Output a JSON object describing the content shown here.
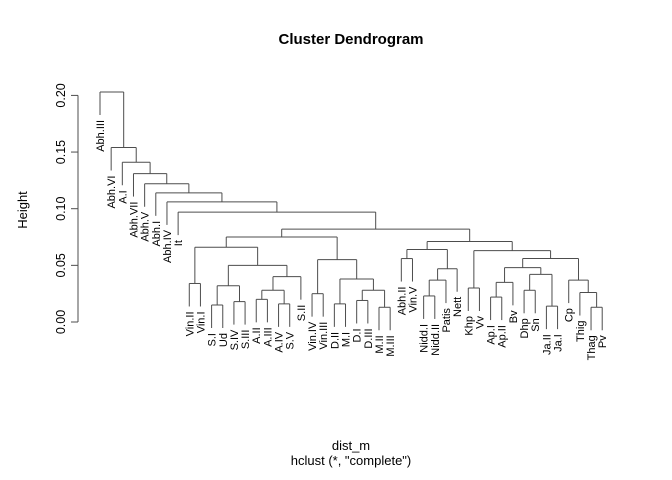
{
  "title": "Cluster Dendrogram",
  "y_axis": {
    "label": "Height",
    "ticks": [
      "0.00",
      "0.05",
      "0.10",
      "0.15",
      "0.20"
    ]
  },
  "captions": {
    "line1": "dist_m",
    "line2": "hclust (*, \"complete\")"
  },
  "colors": {
    "line": "#4d4d4d",
    "text": "#000000",
    "background": "#ffffff"
  },
  "chart_data": {
    "type": "dendrogram",
    "title": "Cluster Dendrogram",
    "ylabel": "Height",
    "xlabel": "dist_m",
    "method_note": "hclust (*, \"complete\")",
    "ylim": [
      0,
      0.21
    ],
    "grid": false,
    "leaf_order": [
      "Abh.III",
      "Abh.VI",
      "A.I",
      "Abh.VII",
      "Abh.V",
      "Abh.I",
      "Abh.IV",
      "It",
      "Vin.II",
      "Vin.I",
      "S.I",
      "Ud",
      "S.IV",
      "S.III",
      "A.II",
      "A.III",
      "A.IV",
      "S.V",
      "S.II",
      "Vin.IV",
      "Vin.III",
      "D.II",
      "M.I",
      "D.I",
      "D.III",
      "M.II",
      "M.III",
      "Abh.II",
      "Vin.V",
      "Nidd.I",
      "Nidd.II",
      "Patis",
      "Nett",
      "Khp",
      "Vv",
      "Ap.I",
      "Ap.II",
      "Bv",
      "Dhp",
      "Sn",
      "Ja.II",
      "Ja.I",
      "Cp",
      "Thig",
      "Thag",
      "Pv"
    ],
    "tree": [
      0.203,
      "Abh.III",
      [
        0.154,
        "Abh.VI",
        [
          0.141,
          "A.I",
          [
            0.131,
            "Abh.VII",
            [
              0.122,
              "Abh.V",
              [
                0.114,
                "Abh.I",
                [
                  0.106,
                  "Abh.IV",
                  [
                    0.097,
                    "It",
                    [
                      0.082,
                      [
                        0.075,
                        [
                          0.066,
                          [
                            0.034,
                            "Vin.II",
                            "Vin.I"
                          ],
                          [
                            0.05,
                            [
                              0.032,
                              [
                                0.015,
                                "S.I",
                                "Ud"
                              ],
                              [
                                0.018,
                                "S.IV",
                                "S.III"
                              ]
                            ],
                            [
                              0.04,
                              [
                                0.028,
                                [
                                  0.02,
                                  "A.II",
                                  "A.III"
                                ],
                                [
                                  0.016,
                                  "A.IV",
                                  "S.V"
                                ]
                              ],
                              "S.II"
                            ]
                          ]
                        ],
                        [
                          0.055,
                          [
                            0.025,
                            "Vin.IV",
                            "Vin.III"
                          ],
                          [
                            0.038,
                            [
                              0.016,
                              "D.II",
                              "M.I"
                            ],
                            [
                              0.028,
                              [
                                0.019,
                                "D.I",
                                "D.III"
                              ],
                              [
                                0.013,
                                "M.II",
                                "M.III"
                              ]
                            ]
                          ]
                        ]
                      ],
                      [
                        0.071,
                        [
                          0.064,
                          [
                            0.056,
                            "Abh.II",
                            "Vin.V"
                          ],
                          [
                            0.047,
                            [
                              0.037,
                              [
                                0.023,
                                "Nidd.I",
                                "Nidd.II"
                              ],
                              "Patis"
                            ],
                            "Nett"
                          ]
                        ],
                        [
                          0.063,
                          [
                            0.03,
                            "Khp",
                            "Vv"
                          ],
                          [
                            0.056,
                            [
                              0.048,
                              [
                                0.035,
                                [
                                  0.022,
                                  "Ap.I",
                                  "Ap.II"
                                ],
                                "Bv"
                              ],
                              [
                                0.042,
                                [
                                  0.028,
                                  "Dhp",
                                  "Sn"
                                ],
                                [
                                  0.014,
                                  "Ja.II",
                                  "Ja.I"
                                ]
                              ]
                            ],
                            [
                              0.037,
                              "Cp",
                              [
                                0.026,
                                "Thig",
                                [
                                  0.013,
                                  "Thag",
                                  "Pv"
                                ]
                              ]
                            ]
                          ]
                        ]
                      ]
                    ]
                  ]
                ]
              ]
            ]
          ]
        ]
      ]
    ]
  }
}
